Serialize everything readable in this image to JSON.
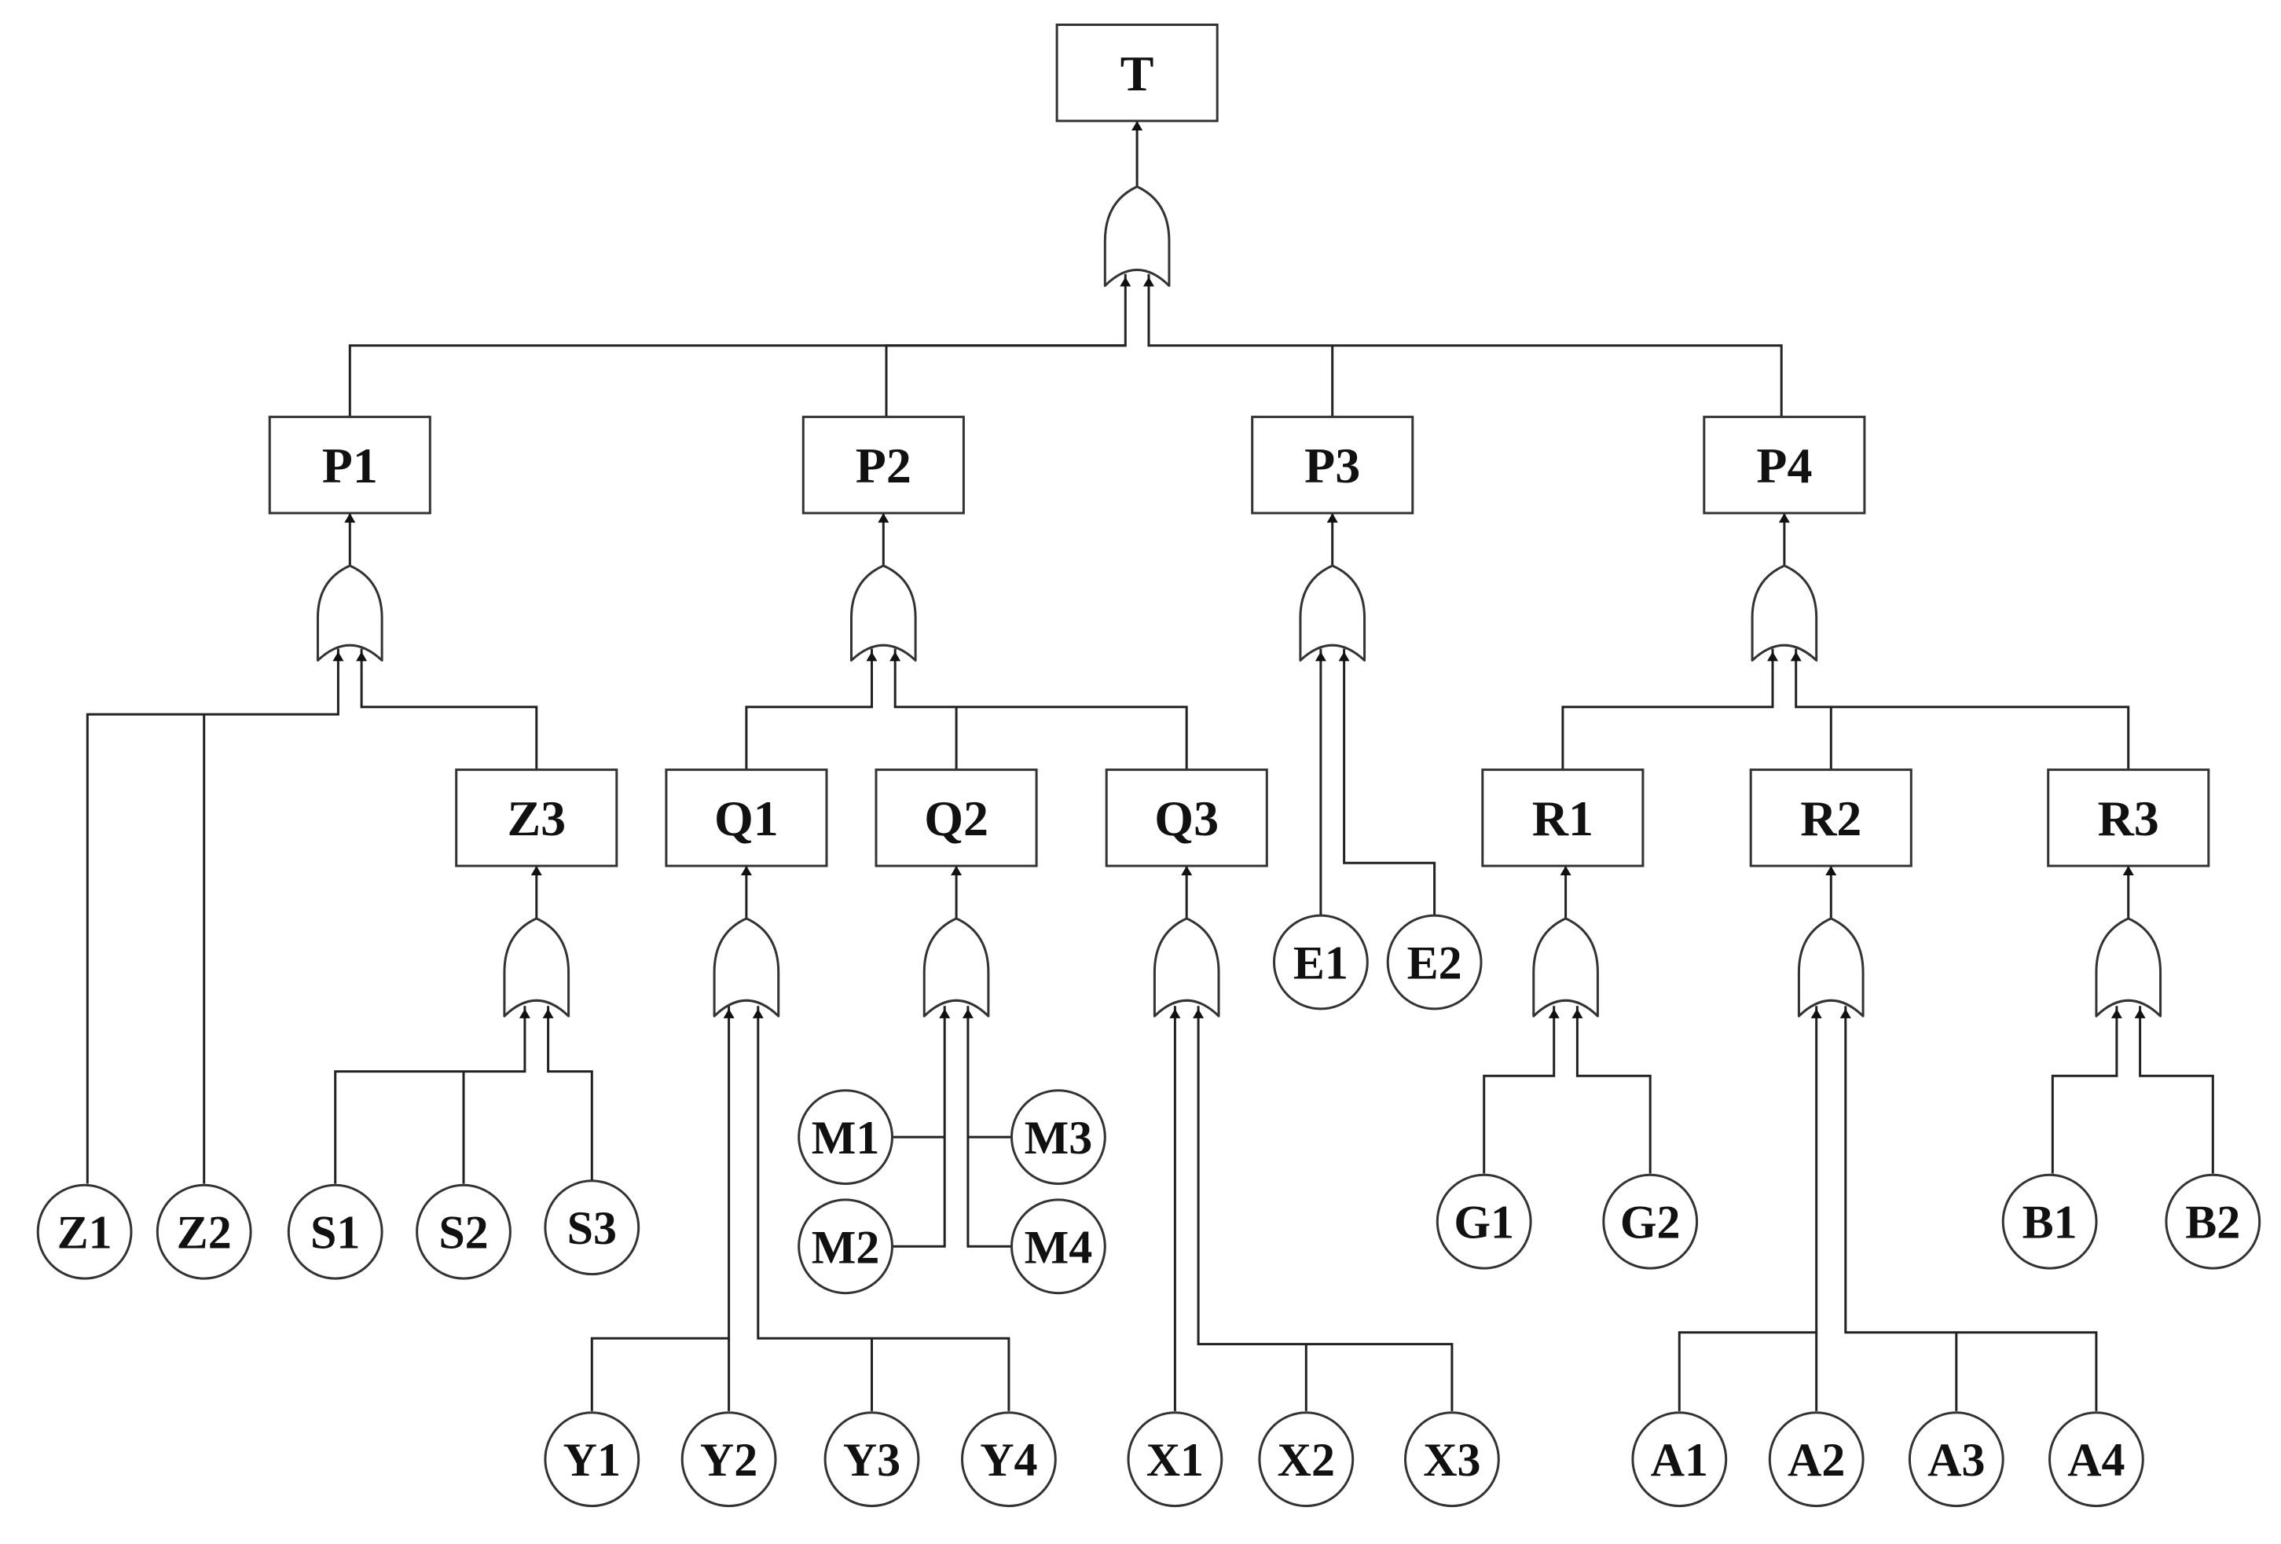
{
  "top_event": "T",
  "level1": [
    "P1",
    "P2",
    "P3",
    "P4"
  ],
  "intermediate": [
    "Z3",
    "Q1",
    "Q2",
    "Q3",
    "R1",
    "R2",
    "R3"
  ],
  "basic_events": {
    "p1_group": [
      "Z1",
      "Z2",
      "S1",
      "S2",
      "S3"
    ],
    "q1_group": [
      "Y1",
      "Y2",
      "Y3",
      "Y4"
    ],
    "q2_group": [
      "M1",
      "M2",
      "M3",
      "M4"
    ],
    "q3_group": [
      "X1",
      "X2",
      "X3"
    ],
    "p3_group": [
      "E1",
      "E2"
    ],
    "r1_group": [
      "G1",
      "G2"
    ],
    "r2_group": [
      "A1",
      "A2",
      "A3",
      "A4"
    ],
    "r3_group": [
      "B1",
      "B2"
    ]
  },
  "gate_type": "or-gate",
  "colors": {
    "line": "#222222",
    "fill": "#ffffff",
    "text": "#111111"
  }
}
